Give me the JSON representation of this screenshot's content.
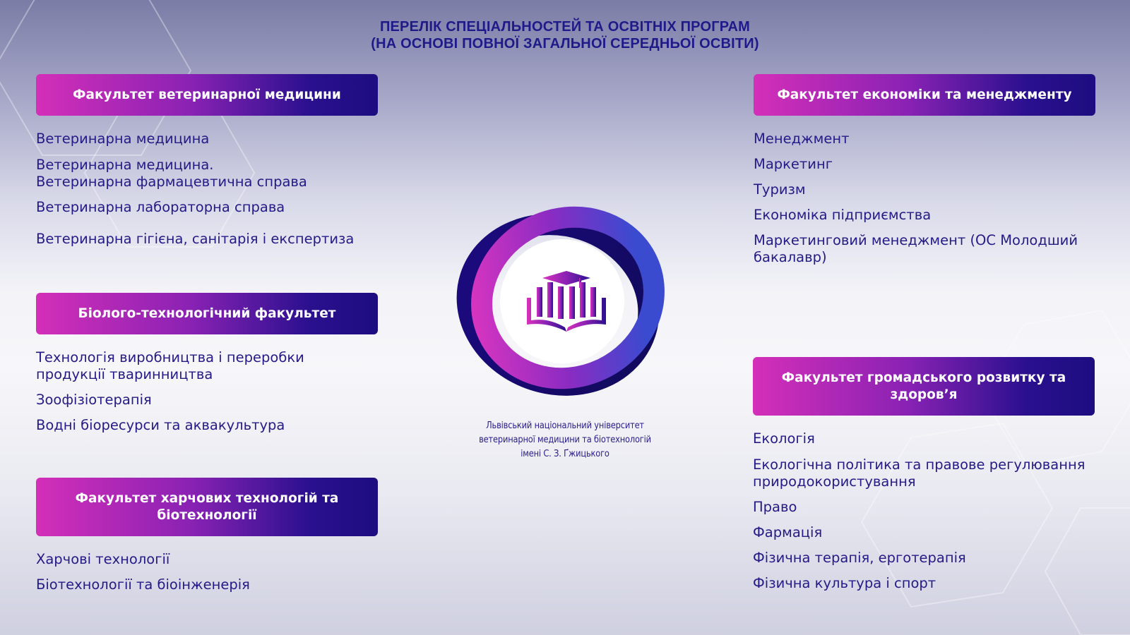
{
  "header": {
    "title_line1": "ПЕРЕЛІК СПЕЦІАЛЬНОСТЕЙ ТА ОСВІТНІХ ПРОГРАМ",
    "title_line2": "(НА ОСНОВІ ПОВНОЇ ЗАГАЛЬНОЇ СЕРЕДНЬОЇ ОСВІТИ)"
  },
  "faculties": {
    "vet": {
      "name": "Факультет ветеринарної медицини",
      "programs": [
        "Ветеринарна медицина",
        "Ветеринарна медицина.",
        "Ветеринарна фармацевтична справа",
        "Ветеринарна лабораторна справа",
        "Ветеринарна гігієна, санітарія і експертиза"
      ]
    },
    "bio": {
      "name": "Біолого-технологічний факультет",
      "programs": [
        "Технологія виробництва і переробки",
        "продукції тваринництва",
        "Зоофізіотерапія",
        "Водні біоресурси та аквакультура"
      ]
    },
    "food": {
      "name_line1": "Факультет харчових технологій та",
      "name_line2": "біотехнології",
      "programs": [
        "Харчові технології",
        "Біотехнології та біоінженерія"
      ]
    },
    "econ": {
      "name": "Факультет економіки та менеджменту",
      "programs": [
        "Менеджмент",
        "Маркетинг",
        "Туризм",
        "Економіка підприємства",
        "Маркетинговий менеджмент (ОС Молодший",
        "бакалавр)"
      ]
    },
    "civic": {
      "name_line1": "Факультет громадського розвитку та",
      "name_line2": "здоров’я",
      "programs": [
        "Екологія",
        "Екологічна політика та правове регулювання",
        "природокористування",
        "Право",
        "Фармація",
        "Фізична терапія, ерготерапія",
        "Фізична культура і спорт"
      ]
    }
  },
  "university": {
    "line1": "Львівський національний університет",
    "line2": "ветеринарної медицини та біотехнологій",
    "line3": "імені С. З. Ґжицького"
  },
  "colors": {
    "navy": "#1d0d80",
    "magenta": "#d42fb8",
    "text": "#251b86"
  }
}
